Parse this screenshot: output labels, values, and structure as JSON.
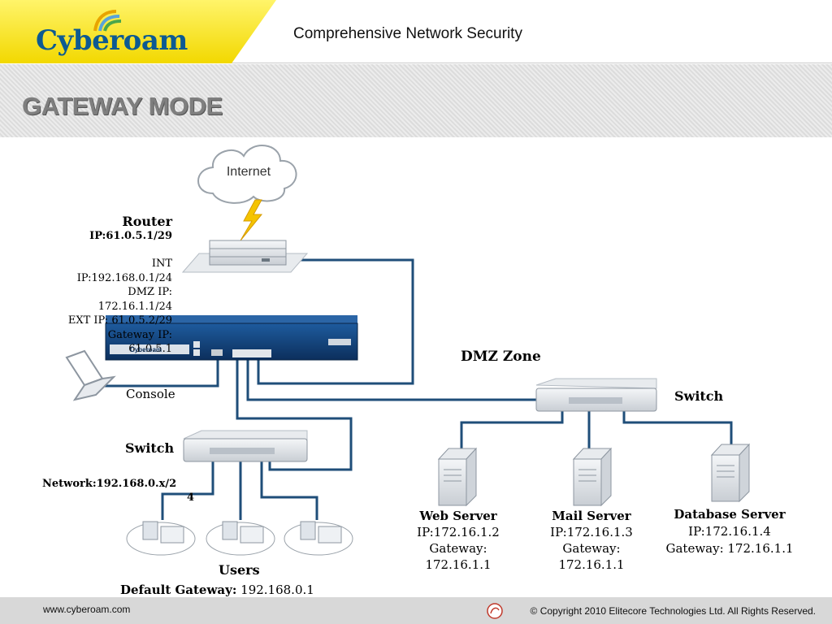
{
  "header": {
    "logo_text": "Cyberoam",
    "title": "Comprehensive Network Security"
  },
  "slide": {
    "title": "GATEWAY MODE"
  },
  "diagram": {
    "internet_label": "Internet",
    "router": {
      "label": "Router",
      "ip": "IP:61.0.5.1/29"
    },
    "appliance_config": [
      "INT",
      "IP:192.168.0.1/24",
      "DMZ IP:",
      "172.16.1.1/24",
      "EXT IP: 61.0.5.2/29",
      "Gateway IP:",
      "61.0.5.1"
    ],
    "appliance_brand": "Cyberoam",
    "console_label": "Console",
    "dmz_zone_label": "DMZ Zone",
    "dmz_switch_label": "Switch",
    "lan_switch_label": "Switch",
    "network": {
      "line1": "Network:192.168.0.x/2",
      "line2": "4"
    },
    "users_label": "Users",
    "default_gateway": {
      "label": "Default Gateway:",
      "value": "192.168.0.1"
    },
    "servers": [
      {
        "name": "Web Server",
        "ip": "IP:172.16.1.2",
        "gateway_label": "Gateway:",
        "gateway": "172.16.1.1"
      },
      {
        "name": "Mail Server",
        "ip": "IP:172.16.1.3",
        "gateway_label": "Gateway:",
        "gateway": "172.16.1.1"
      },
      {
        "name": "Database Server",
        "ip": "IP:172.16.1.4",
        "gateway_line": "Gateway: 172.16.1.1"
      }
    ]
  },
  "footer": {
    "url": "www.cyberoam.com",
    "copyright": "© Copyright 2010 Elitecore Technologies Ltd. All Rights Reserved."
  },
  "colors": {
    "link_line": "#1f4e79",
    "appliance": "#123f7a",
    "brand_blue": "#0d5a92",
    "brand_yellow": "#f2d800"
  }
}
